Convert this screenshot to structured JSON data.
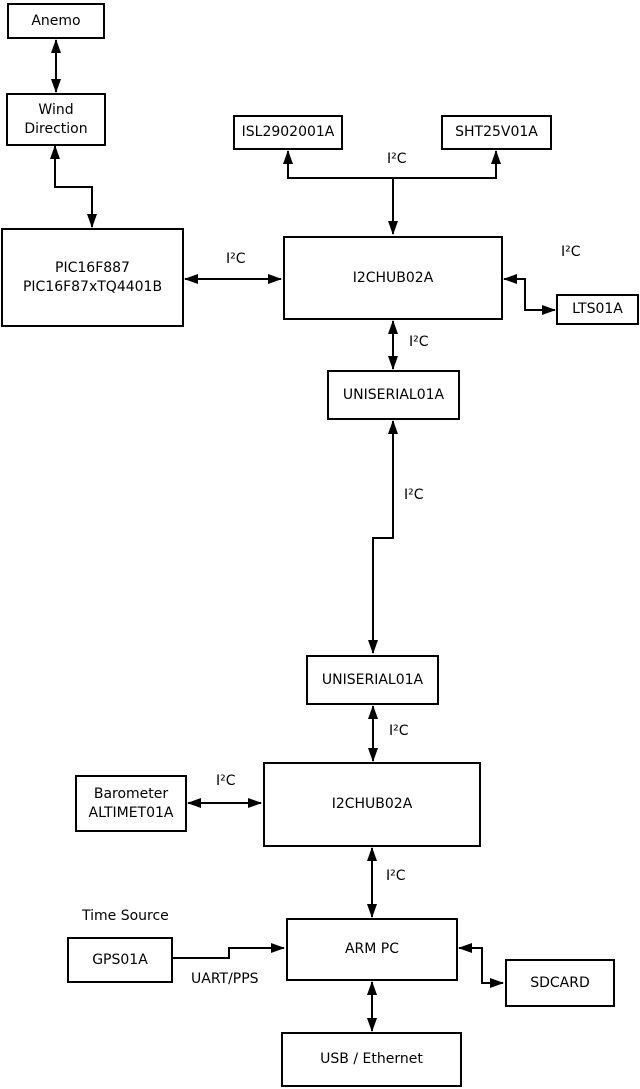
{
  "nodes": {
    "anemo": "Anemo",
    "wind_direction": "Wind\nDirection",
    "pic": "PIC16F887\nPIC16F87xTQ4401B",
    "isl": "ISL2902001A",
    "sht": "SHT25V01A",
    "i2chub_top": "I2CHUB02A",
    "lts": "LTS01A",
    "uniserial_top": "UNISERIAL01A",
    "uniserial_bottom": "UNISERIAL01A",
    "i2chub_bottom": "I2CHUB02A",
    "barometer": "Barometer\nALTIMET01A",
    "gps": "GPS01A",
    "arm_pc": "ARM PC",
    "sdcard": "SDCARD",
    "usb_ethernet": "USB / Ethernet"
  },
  "annotations": {
    "time_source": "Time Source"
  },
  "edges": [
    {
      "from": "anemo",
      "to": "wind_direction",
      "arrows": "both",
      "label": ""
    },
    {
      "from": "wind_direction",
      "to": "pic",
      "arrows": "both",
      "label": ""
    },
    {
      "from": "i2chub_top",
      "to": "isl,sht",
      "arrows": "both",
      "label": "I²C"
    },
    {
      "from": "pic",
      "to": "i2chub_top",
      "arrows": "both",
      "label": "I²C"
    },
    {
      "from": "i2chub_top",
      "to": "lts",
      "arrows": "both",
      "label": "I²C"
    },
    {
      "from": "i2chub_top",
      "to": "uniserial_top",
      "arrows": "both",
      "label": "I²C"
    },
    {
      "from": "uniserial_top",
      "to": "uniserial_bottom",
      "arrows": "both",
      "label": "I²C"
    },
    {
      "from": "uniserial_bottom",
      "to": "i2chub_bottom",
      "arrows": "both",
      "label": "I²C"
    },
    {
      "from": "barometer",
      "to": "i2chub_bottom",
      "arrows": "both",
      "label": "I²C"
    },
    {
      "from": "i2chub_bottom",
      "to": "arm_pc",
      "arrows": "both",
      "label": "I²C"
    },
    {
      "from": "gps",
      "to": "arm_pc",
      "arrows": "end",
      "label": "UART/PPS"
    },
    {
      "from": "arm_pc",
      "to": "sdcard",
      "arrows": "both",
      "label": ""
    },
    {
      "from": "arm_pc",
      "to": "usb_ethernet",
      "arrows": "both",
      "label": ""
    }
  ],
  "colors": {
    "background": "#ffffff",
    "box_fill": "#ffffff",
    "line": "#000000",
    "text": "#000000"
  }
}
